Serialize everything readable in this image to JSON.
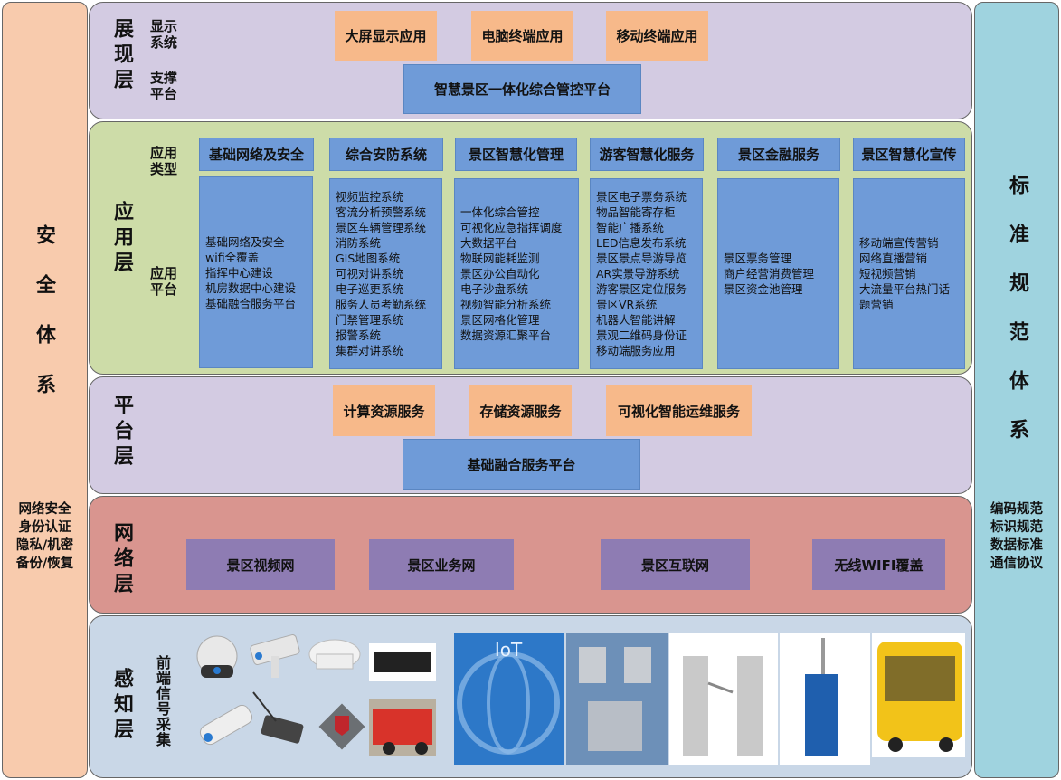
{
  "left_column": {
    "title": "安全体系",
    "items": [
      "网络安全",
      "身份认证",
      "隐私/机密",
      "备份/恢复"
    ]
  },
  "right_column": {
    "title": "标准规范体系",
    "items": [
      "编码规范",
      "标识规范",
      "数据标准",
      "通信协议"
    ]
  },
  "presentation_layer": {
    "title": "展现层",
    "label_display": "显示系统",
    "label_support": "支撑平台",
    "apps": [
      "大屏显示应用",
      "电脑终端应用",
      "移动终端应用"
    ],
    "platform": "智慧景区一体化综合管控平台"
  },
  "application_layer": {
    "title": "应用层",
    "label_type": "应用类型",
    "label_platform": "应用平台",
    "columns": [
      {
        "header": "基础网络及安全",
        "items": [
          "基础网络及安全",
          "wifi全覆盖",
          "指挥中心建设",
          "机房数据中心建设",
          "基础融合服务平台"
        ]
      },
      {
        "header": "综合安防系统",
        "items": [
          "视频监控系统",
          "客流分析预警系统",
          "景区车辆管理系统",
          "消防系统",
          "GIS地图系统",
          "可视对讲系统",
          "电子巡更系统",
          "服务人员考勤系统",
          "门禁管理系统",
          "报警系统",
          "集群对讲系统"
        ]
      },
      {
        "header": "景区智慧化管理",
        "items": [
          "一体化综合管控",
          "可视化应急指挥调度",
          "大数据平台",
          "物联网能耗监测",
          "景区办公自动化",
          "电子沙盘系统",
          "视频智能分析系统",
          "景区网格化管理",
          "数据资源汇聚平台"
        ]
      },
      {
        "header": "游客智慧化服务",
        "items": [
          "景区电子票务系统",
          "物品智能寄存柜",
          "智能广播系统",
          "LED信息发布系统",
          "景区景点导游导览",
          "AR实景导游系统",
          "游客景区定位服务",
          "景区VR系统",
          "机器人智能讲解",
          "景观二维码身份证",
          "移动端服务应用"
        ]
      },
      {
        "header": "景区金融服务",
        "items": [
          "景区票务管理",
          "商户经营消费管理",
          "景区资金池管理"
        ]
      },
      {
        "header": "景区智慧化宣传",
        "items": [
          "移动端宣传营销",
          "网络直播营销",
          "短视频营销",
          "大流量平台热门话",
          "题营销"
        ]
      }
    ]
  },
  "platform_layer": {
    "title": "平台层",
    "services": [
      "计算资源服务",
      "存储资源服务",
      "可视化智能运维服务"
    ],
    "platform": "基础融合服务平台"
  },
  "network_layer": {
    "title": "网络层",
    "networks": [
      "景区视频网",
      "景区业务网",
      "景区互联网",
      "无线WIFI覆盖"
    ]
  },
  "perception_layer": {
    "title": "感知层",
    "label": "前端信号采集",
    "iot_label": "IoT"
  },
  "colors": {
    "peach": "#f8cbad",
    "cyan": "#9fd3df",
    "lavender": "#d3cbe2",
    "green": "#cddca8",
    "rose": "#d9958f",
    "sky": "#c9d7e7",
    "orange": "#f7b98a",
    "blue": "#6f9bd8",
    "purple": "#8e7cb3"
  }
}
